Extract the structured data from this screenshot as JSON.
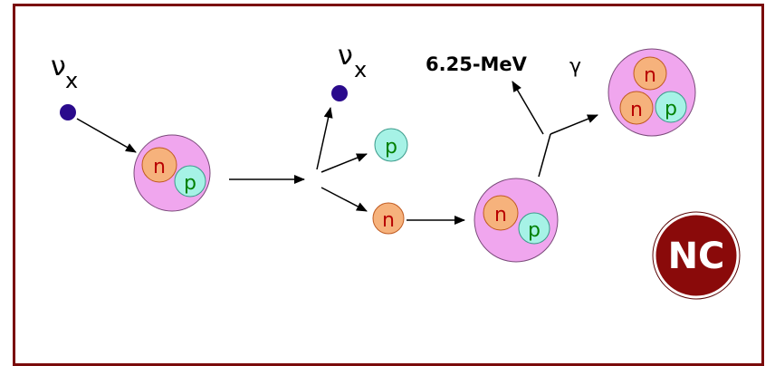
{
  "diagram": {
    "neutrino_in_label": "ν",
    "neutrino_in_sub": "x",
    "neutrino_out_label": "ν",
    "neutrino_out_sub": "x",
    "gamma_label": "6.25-MeV",
    "gamma_symbol": "γ",
    "badge_label": "NC",
    "particles": {
      "neutron": "n",
      "proton": "p"
    },
    "colors": {
      "frame": "#7a0a0a",
      "neutrino": "#2a0a8c",
      "nucleus": "#f0a6ee",
      "neutron": "#f6b27c",
      "proton": "#a6f2e6",
      "neutron_text": "#b80000",
      "proton_text": "#008000",
      "badge": "#8a0a0a"
    }
  }
}
